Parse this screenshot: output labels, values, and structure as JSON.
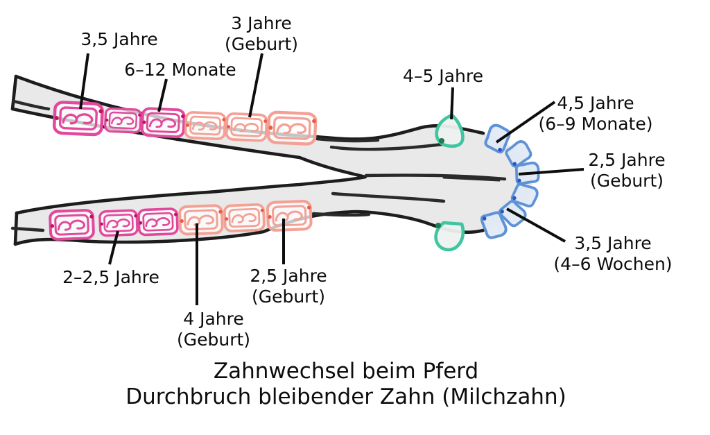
{
  "figure": {
    "title_line1": "Zahnwechsel beim Pferd",
    "title_line2": "Durchbruch bleibender Zahn (Milchzahn)"
  },
  "annotations": [
    {
      "id": "upper-cheek-tooth-2",
      "line1": "3,5 Jahre"
    },
    {
      "id": "upper-cheek-tooth-3",
      "line1": "6–12 Monate"
    },
    {
      "id": "upper-cheek-tooth-5",
      "line1": "3 Jahre",
      "line2": "(Geburt)"
    },
    {
      "id": "canine-tooth",
      "line1": "4–5 Jahre"
    },
    {
      "id": "corner-incisor",
      "line1": "4,5 Jahre",
      "line2": "(6–9 Monate)"
    },
    {
      "id": "central-incisor",
      "line1": "2,5 Jahre",
      "line2": "(Geburt)"
    },
    {
      "id": "middle-incisor",
      "line1": "3,5 Jahre",
      "line2": "(4–6 Wochen)"
    },
    {
      "id": "lower-cheek-tooth-2",
      "line1": "2–2,5 Jahre"
    },
    {
      "id": "lower-cheek-tooth-4",
      "line1": "4 Jahre",
      "line2": "(Geburt)"
    },
    {
      "id": "lower-cheek-tooth-6",
      "line1": "2,5 Jahre",
      "line2": "(Geburt)"
    }
  ],
  "colors": {
    "cheek_pink": "#e2499c",
    "cheek_pink_dark": "#c50f63",
    "cheek_salmon": "#f4a095",
    "cheek_salmon_dark": "#e85c40",
    "canine_teal": "#3fc5a0",
    "canine_teal_dark": "#1d7a52",
    "incisor_blue": "#5e92d7",
    "incisor_blue_dark": "#2f55c0",
    "incisor_fill": "#dfe9f5",
    "bone_fill": "#e8e9e8",
    "outline": "#1d1d1d",
    "text": "#0c0c0c"
  }
}
